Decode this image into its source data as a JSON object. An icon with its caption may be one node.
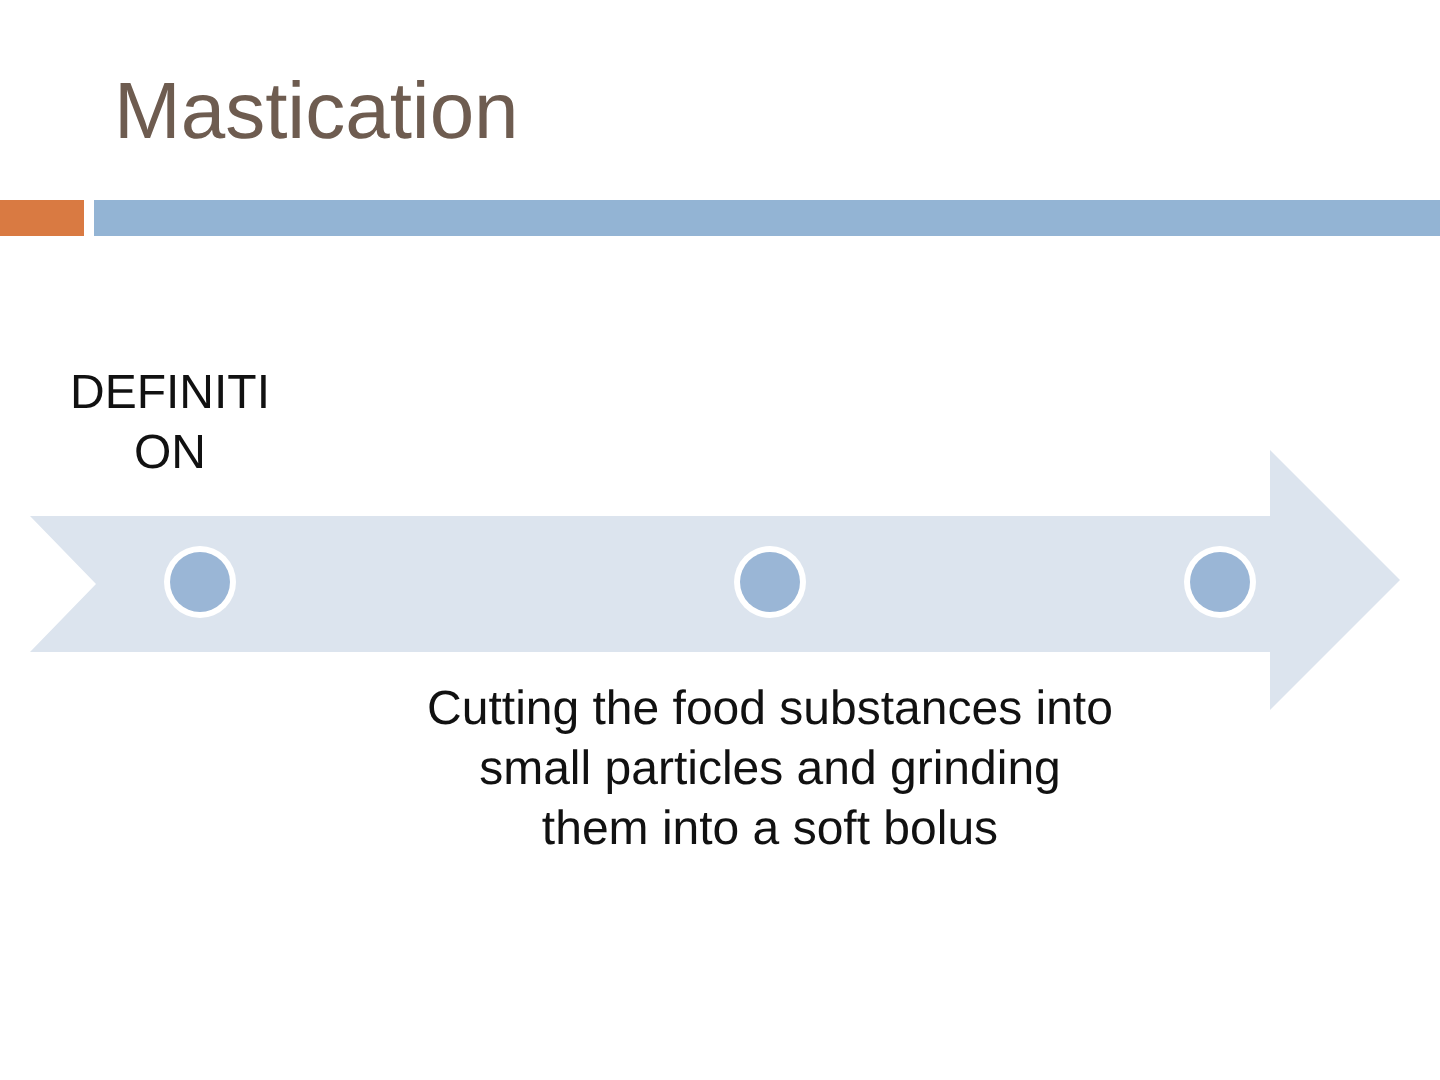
{
  "diagram": {
    "title": "Mastication",
    "nodes": [
      {
        "text": [],
        "shape": "arrow"
      },
      {
        "text": [],
        "shape": "circle",
        "in": 0,
        "beside": [
          "DEFINITI ON"
        ]
      },
      {
        "text": [],
        "shape": "circle",
        "in": 0,
        "beside": [
          "Cutting the food substances into small particles and grinding them into a soft bolus"
        ]
      },
      {
        "text": [],
        "shape": "circle",
        "in": 0
      }
    ],
    "edges": []
  }
}
